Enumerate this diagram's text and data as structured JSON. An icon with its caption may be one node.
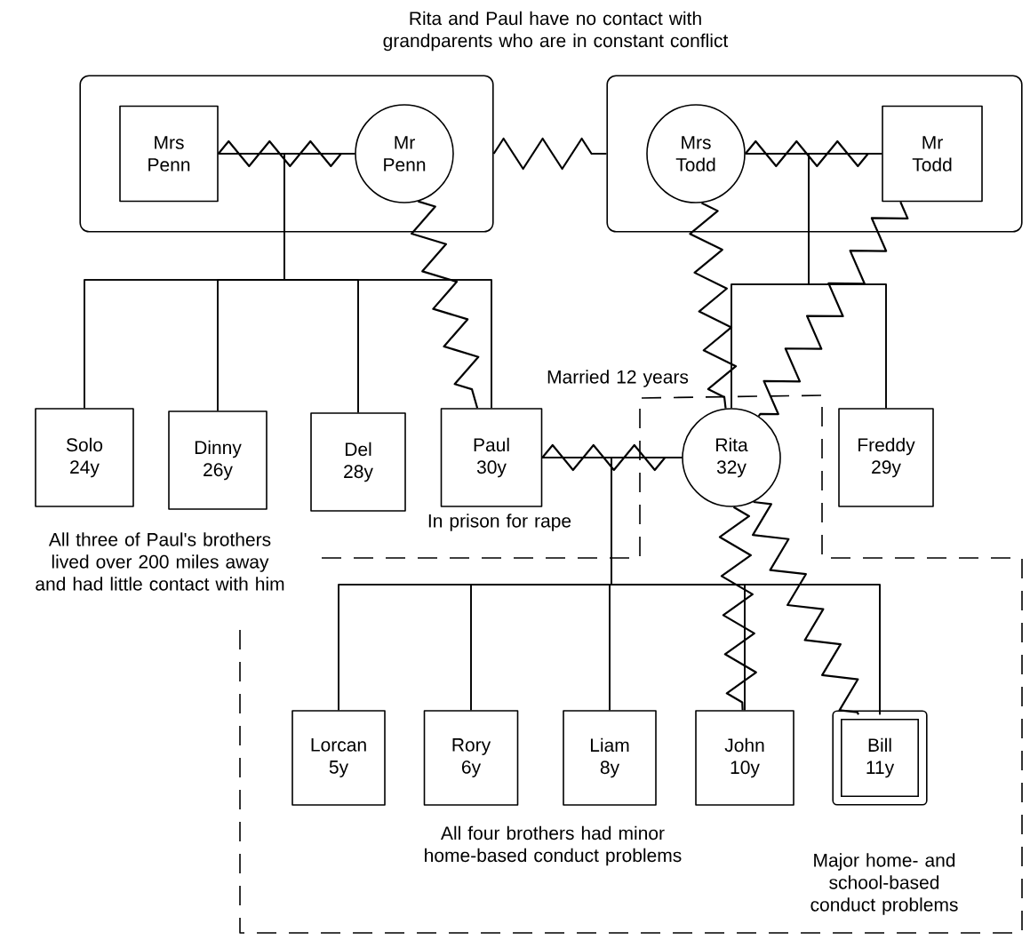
{
  "diagram": {
    "nodes": [
      {
        "text": [],
        "shape": "box"
      },
      {
        "text": [
          "Mrs",
          "Penn"
        ],
        "in": 0
      },
      {
        "text": [
          "Mr",
          "Penn"
        ],
        "in": 0
      },
      {
        "text": [],
        "shape": "box"
      },
      {
        "text": [
          "Mrs",
          "Todd"
        ],
        "in": 3
      },
      {
        "text": [
          "Mr",
          "Todd"
        ],
        "in": 3
      },
      {
        "text": [
          "Solo",
          "24y"
        ]
      },
      {
        "text": [
          "Dinny",
          "26y"
        ]
      },
      {
        "text": [
          "Del",
          "28y"
        ]
      },
      {
        "text": [
          "Paul",
          "30y"
        ],
        "beside": [
          "In prison for rape"
        ]
      },
      {
        "text": [
          "Rita",
          "32y"
        ]
      },
      {
        "text": [
          "Freddy",
          "29y"
        ]
      },
      {
        "text": [
          "Lorcan",
          "5y"
        ]
      },
      {
        "text": [
          "Rory",
          "6y"
        ]
      },
      {
        "text": [
          "Liam",
          "8y"
        ]
      },
      {
        "text": [
          "John",
          "10y"
        ]
      },
      {
        "text": [
          "Bill",
          "11y"
        ],
        "beside": [
          "Major home- and school-based conduct problems"
        ]
      }
    ],
    "edges": [
      {
        "from": 1,
        "to": 2,
        "arrow": "none"
      },
      {
        "from": 0,
        "to": 3,
        "arrow": "none"
      },
      {
        "from": 4,
        "to": 5,
        "arrow": "none"
      },
      {
        "from": 2,
        "to": 9,
        "arrow": "none"
      },
      {
        "from": 4,
        "to": 10,
        "arrow": "none"
      },
      {
        "from": 5,
        "to": 10,
        "arrow": "none"
      },
      {
        "from": 1,
        "to": 6,
        "arrow": "none"
      },
      {
        "from": 1,
        "to": 7,
        "arrow": "none"
      },
      {
        "from": 1,
        "to": 8,
        "arrow": "none"
      },
      {
        "from": 1,
        "to": 9,
        "arrow": "none"
      },
      {
        "from": 2,
        "to": 6,
        "arrow": "none"
      },
      {
        "from": 2,
        "to": 7,
        "arrow": "none"
      },
      {
        "from": 2,
        "to": 8,
        "arrow": "none"
      },
      {
        "from": 2,
        "to": 9,
        "arrow": "none"
      },
      {
        "from": 4,
        "to": 10,
        "arrow": "none"
      },
      {
        "from": 4,
        "to": 11,
        "arrow": "none"
      },
      {
        "from": 5,
        "to": 10,
        "arrow": "none"
      },
      {
        "from": 5,
        "to": 11,
        "arrow": "none"
      },
      {
        "from": 9,
        "to": 10,
        "arrow": "none"
      },
      {
        "from": 9,
        "to": 12,
        "arrow": "none"
      },
      {
        "from": 9,
        "to": 13,
        "arrow": "none"
      },
      {
        "from": 9,
        "to": 14,
        "arrow": "none"
      },
      {
        "from": 9,
        "to": 15,
        "arrow": "none"
      },
      {
        "from": 9,
        "to": 16,
        "arrow": "none"
      },
      {
        "from": 10,
        "to": 12,
        "arrow": "none"
      },
      {
        "from": 10,
        "to": 13,
        "arrow": "none"
      },
      {
        "from": 10,
        "to": 14,
        "arrow": "none"
      },
      {
        "from": 10,
        "to": 15,
        "arrow": "none"
      },
      {
        "from": 10,
        "to": 16,
        "arrow": "none"
      },
      {
        "from": 10,
        "to": 15,
        "arrow": "none"
      },
      {
        "from": 10,
        "to": 16,
        "arrow": "none"
      }
    ],
    "labels": [
      "Rita and Paul have no contact with grandparents who are in constant conflict",
      "Married 12 years",
      "All three of Paul's brothers lived over 200 miles away and had little contact with him",
      "All four brothers had minor home-based conduct problems"
    ]
  }
}
